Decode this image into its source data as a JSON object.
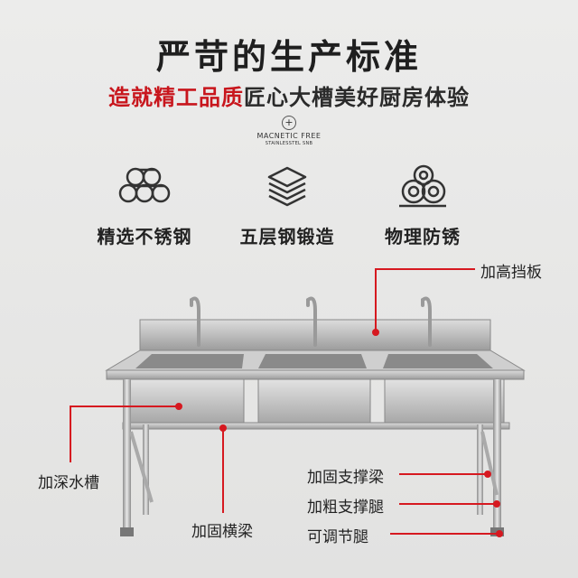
{
  "title": "严苛的生产标准",
  "subtitle": {
    "highlight": "造就精工品质",
    "rest": "匠心大槽美好厨房体验"
  },
  "badge": {
    "icon": "plus-circle-icon",
    "line1": "MACNETIC FREE",
    "line2": "STAINLESSTEL SNB"
  },
  "features": [
    {
      "icon": "pipes-bundle-icon",
      "label": "精选不锈钢"
    },
    {
      "icon": "layers-stack-icon",
      "label": "五层钢锻造"
    },
    {
      "icon": "steel-rolls-icon",
      "label": "物理防锈"
    }
  ],
  "callouts": {
    "backsplash": "加高挡板",
    "deep_basin": "加深水槽",
    "crossbeam": "加固横梁",
    "brace": "加固支撑梁",
    "thick_leg": "加粗支撑腿",
    "adjustable_foot": "可调节腿"
  },
  "colors": {
    "accent": "#d61920",
    "title": "#1f1f1f",
    "background": "#e9e9e8"
  }
}
